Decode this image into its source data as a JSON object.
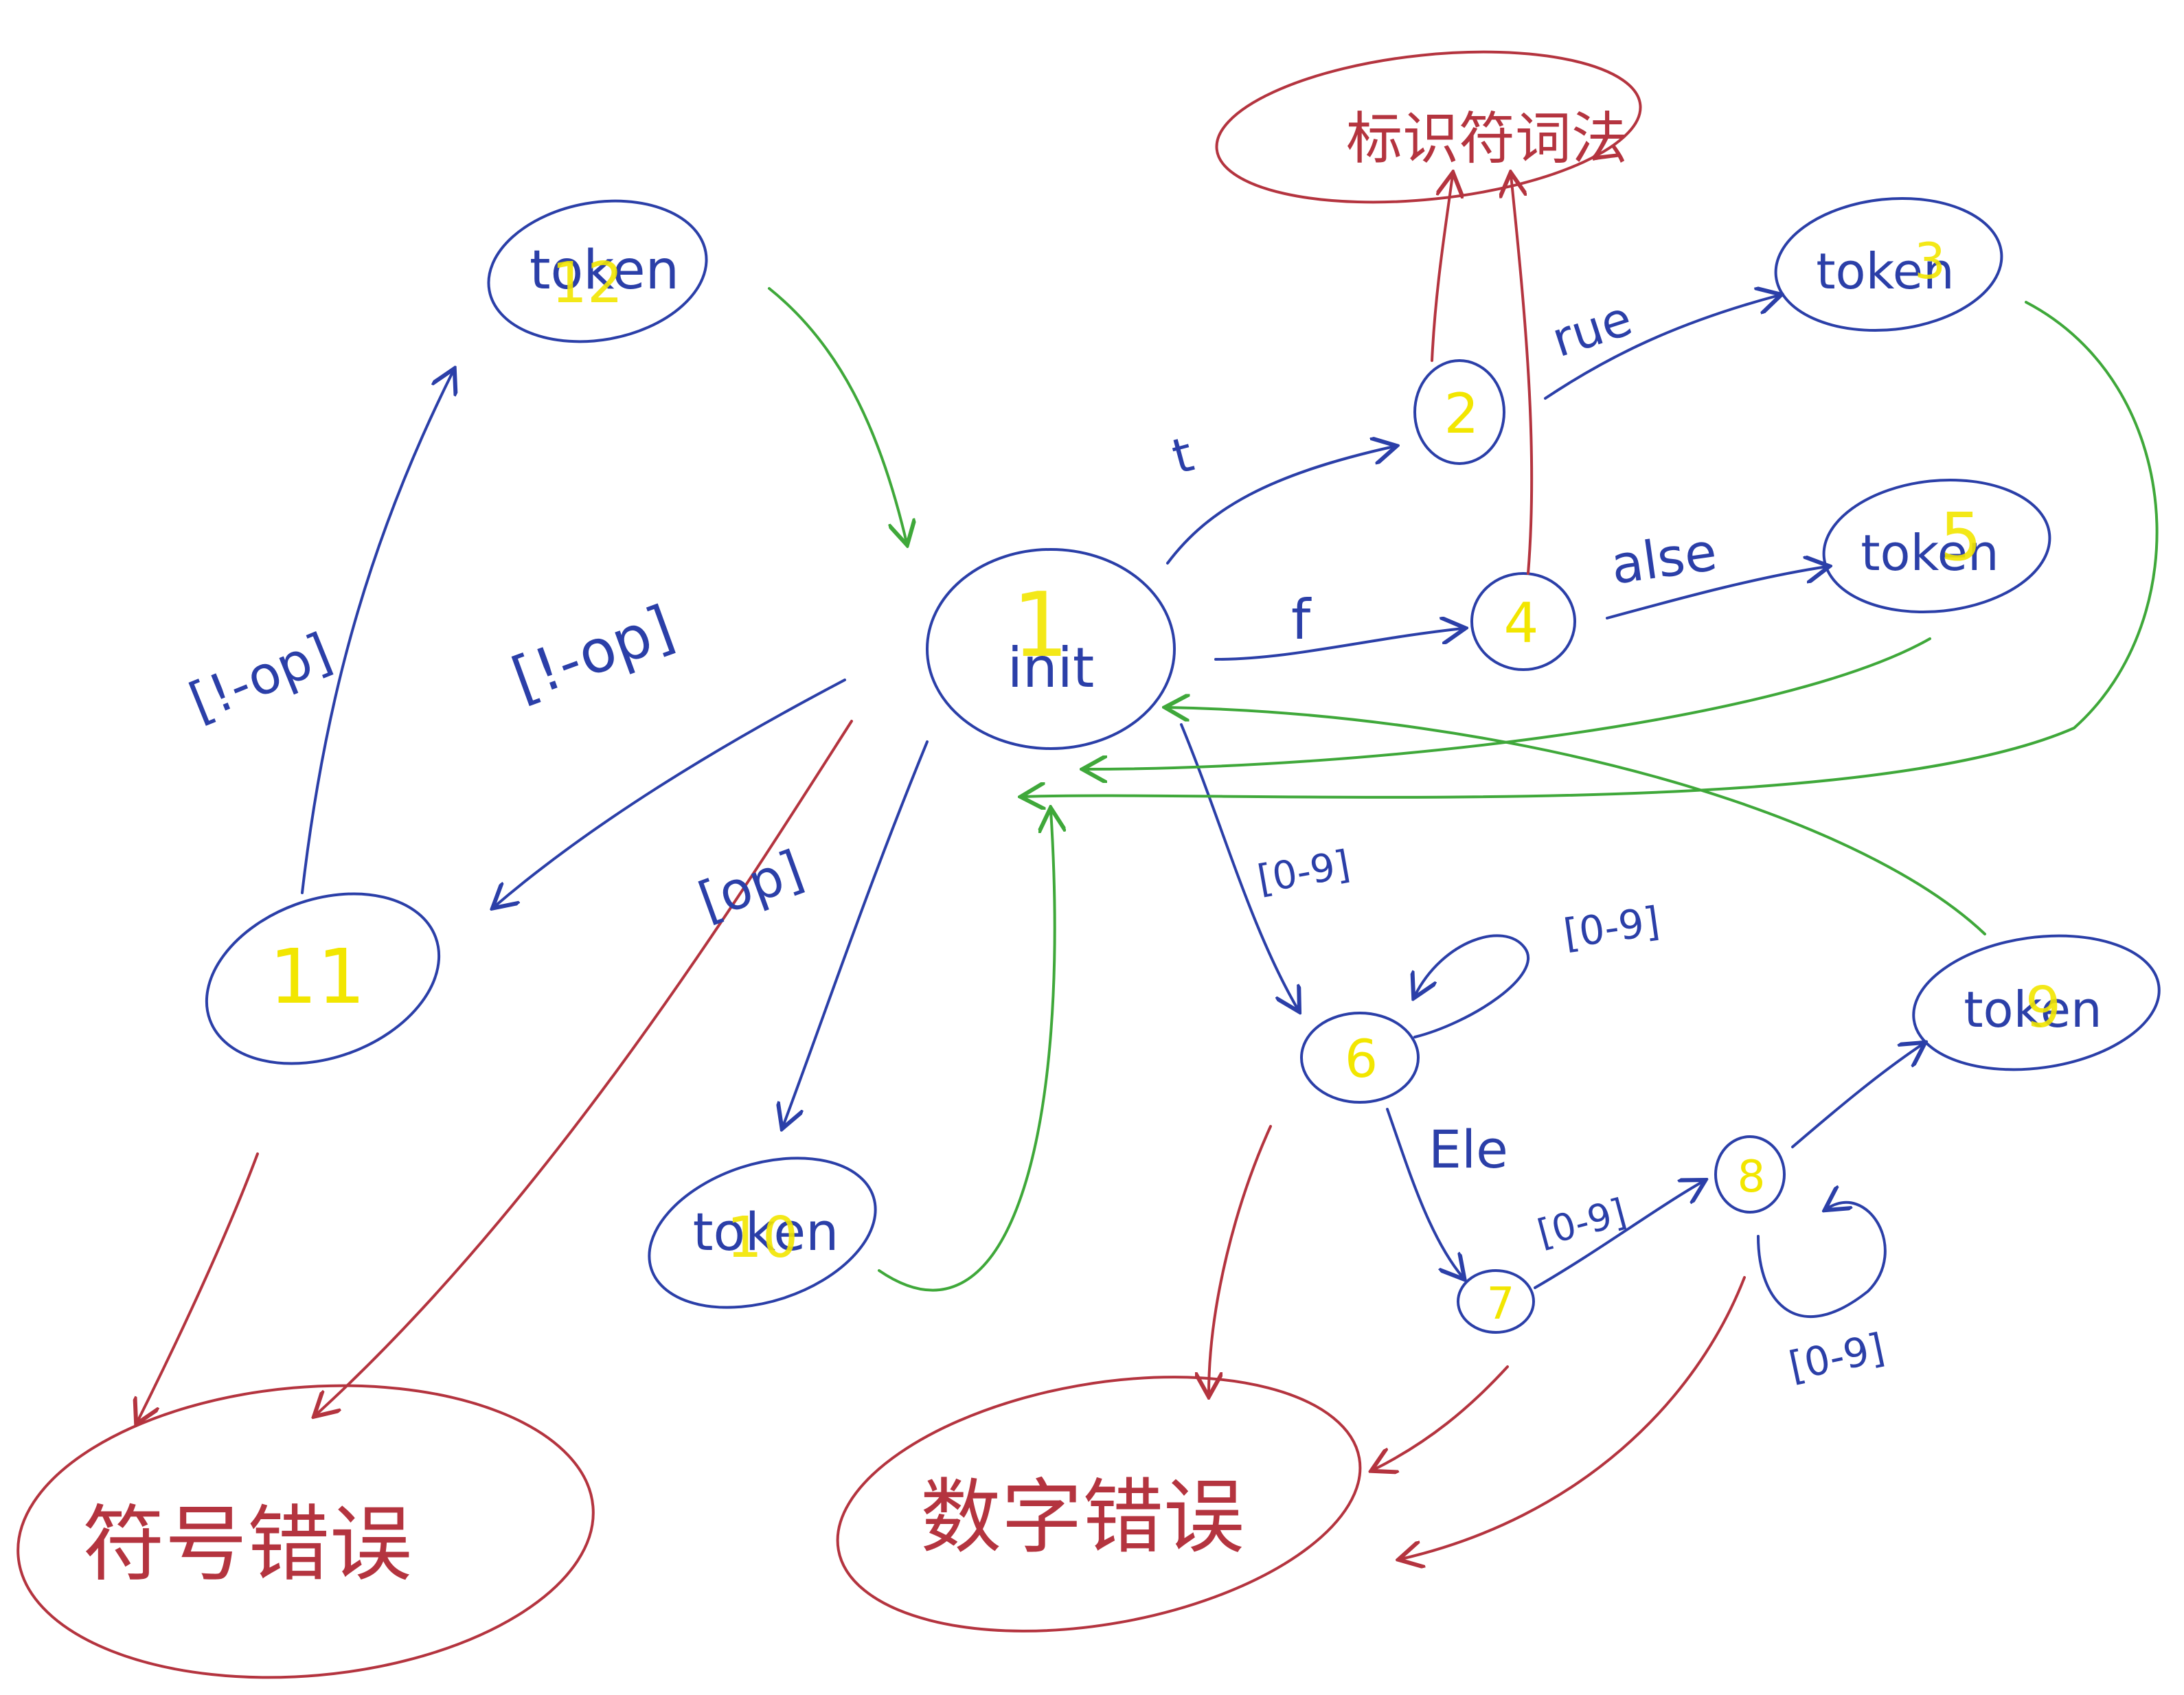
{
  "colors": {
    "state": "#2b3fa8",
    "return_edge": "#3fa83a",
    "error": "#b4343f",
    "state_number": "#f2e600"
  },
  "states": {
    "init": {
      "label": "init",
      "number": "1"
    },
    "s2": {
      "number": "2"
    },
    "s4": {
      "number": "4"
    },
    "s6": {
      "number": "6"
    },
    "s7": {
      "number": "7"
    },
    "s8": {
      "number": "8"
    },
    "s11": {
      "number": "11"
    },
    "token2": {
      "label": "token",
      "number": "12"
    },
    "token3": {
      "label": "token",
      "number": "3"
    },
    "token5": {
      "label": "token",
      "number": "5"
    },
    "token9": {
      "label": "token",
      "number": "9"
    },
    "token10": {
      "label": "token",
      "number": "10"
    }
  },
  "edge_labels": {
    "t": "t",
    "rue": "rue",
    "f": "f",
    "alse": "alse",
    "digit_init_6": "[0-9]",
    "digit_loop_6": "[0-9]",
    "dot": "Ele",
    "digit_7_8": "[0-9]",
    "digit_loop_8": "[0-9]",
    "op": "[op]",
    "not_op": "[!-op]",
    "not_op_loop": "[!-op]"
  },
  "error_regions": {
    "identifier": "标识符词法",
    "symbol": "符号错误",
    "number": "数字错误"
  }
}
